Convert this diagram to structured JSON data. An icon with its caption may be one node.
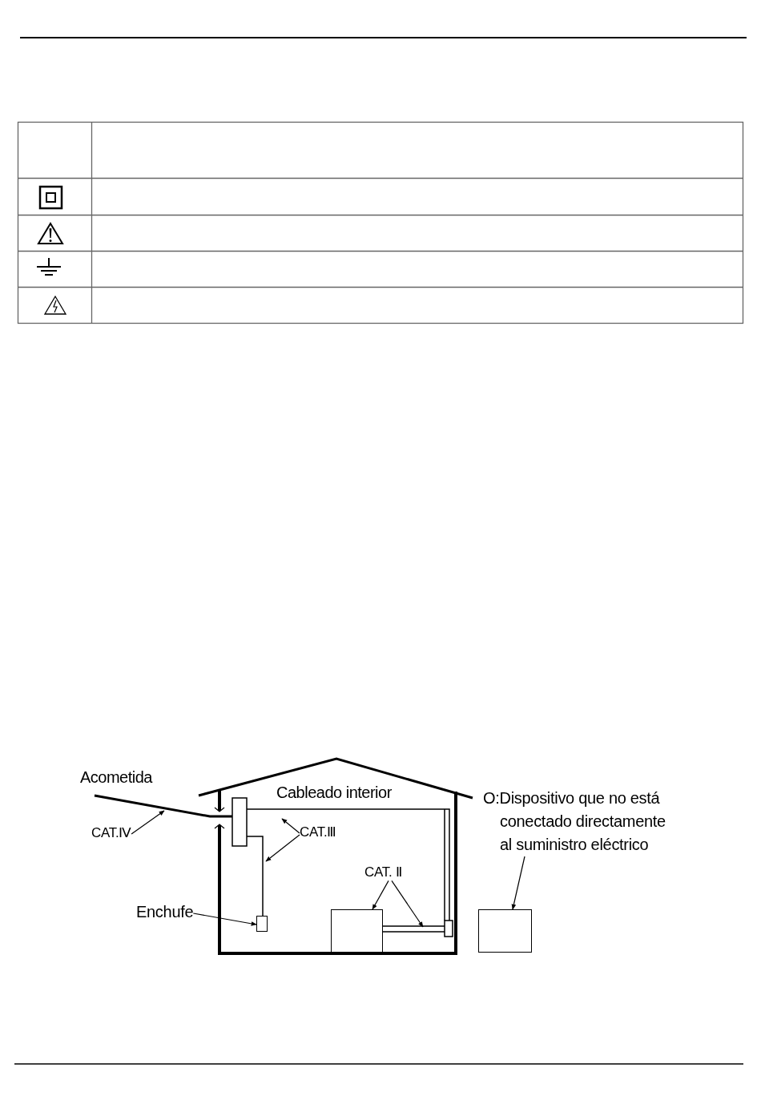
{
  "diagram": {
    "nodes": [
      {
        "text": [
          "CAT.Ⅳ"
        ]
      },
      {
        "text": [
          "CAT.Ⅲ"
        ]
      },
      {
        "text": [
          "CAT. Ⅱ"
        ]
      },
      {
        "text": [
          "Enchufe"
        ]
      },
      {
        "text": [
          "O:Dispositivo que no está conectado directamente al suministro eléctrico"
        ]
      },
      {
        "text": [],
        "shape": "box"
      },
      {
        "text": [],
        "shape": "box"
      },
      {
        "text": [],
        "shape": "box"
      }
    ],
    "edges": [
      {
        "from": 0,
        "to": null,
        "arrow": "to"
      },
      {
        "from": 1,
        "to": null,
        "arrow": "to"
      },
      {
        "from": 1,
        "to": null,
        "arrow": "to"
      },
      {
        "from": 2,
        "to": 6,
        "arrow": "to"
      },
      {
        "from": 2,
        "to": null,
        "arrow": "to"
      },
      {
        "from": 3,
        "to": 5,
        "arrow": "to"
      },
      {
        "from": 4,
        "to": 7,
        "arrow": "to"
      }
    ],
    "labels": [
      "Acometida",
      "Cableado interior"
    ]
  }
}
